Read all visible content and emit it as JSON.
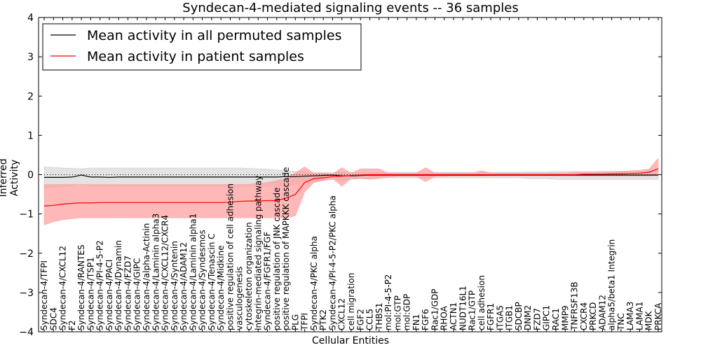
{
  "chart_data": {
    "type": "line",
    "title": "Syndecan-4-mediated signaling events -- 36 samples",
    "xlabel": "Cellular Entities",
    "ylabel": "Inferred Activity",
    "ylim": [
      -4,
      4
    ],
    "yticks": [
      "−4",
      "−3",
      "−2",
      "−1",
      "0",
      "1",
      "2",
      "3",
      "4"
    ],
    "grid": false,
    "legend_position": "top-left",
    "categories": [
      "Syndecan-4/TFPI",
      "SDC4",
      "Syndecan-4/CXCL12",
      "F2",
      "Syndecan-4/RANTES",
      "Syndecan-4/TSP1",
      "Syndecan-4/PI-4-5-P2",
      "Syndecan-4/PACI",
      "Syndecan-4/Dynamin",
      "Syndecan-4/FZD7",
      "Syndecan-4/GIPC",
      "Syndecan-4/alpha-Actinin",
      "Syndecan-4/Laminin alpha3",
      "Syndecan-4/CXCL12/CXCR4",
      "Syndecan-4/Syntenin",
      "Syndecan-4/ADAM12",
      "Syndecan-4/Laminin alpha1",
      "Syndecan-4/Syndesmos",
      "Syndecan-4/Tenascin C",
      "Syndecan-4/Midkine",
      "positive regulation of cell adhesion",
      "vasculogenesis",
      "cytoskeleton organization",
      "Integrin-mediated signaling pathway",
      "Syndecan-4/FGFR1/FGF",
      "positive regulation of JNK cascade",
      "positive regulation of MAPKKK cascade",
      "PLG",
      "TFPI",
      "Syndecan-4/PKC alpha",
      "PTK2",
      "Syndecan-4/PI-4-5-P2/PKC alpha",
      "CXCL12",
      "cell migration",
      "FGF2",
      "CCL5",
      "THBS1",
      "mol:PI-4-5-P2",
      "mol:GTP",
      "mol:GDP",
      "FN1",
      "FGF6",
      "Rac1/GDP",
      "RHOA",
      "ACTN1",
      "NUDT16L1",
      "Rac1/GTP",
      "cell adhesion",
      "FGFR1",
      "ITGA5",
      "ITGB1",
      "SDCBP",
      "DNM2",
      "FZD7",
      "GIPC1",
      "RAC1",
      "MMP9",
      "TNFRSF13B",
      "CXCR4",
      "PRKCD",
      "ADAM12",
      "alpha5/beta1 Integrin",
      "TNC",
      "LAMA3",
      "LAMA1",
      "MDK",
      "PRKCA"
    ],
    "series": [
      {
        "name": "Mean activity in all permuted samples",
        "color": "#000000",
        "band_color": "#c0c0c0",
        "values": [
          -0.07,
          -0.07,
          -0.07,
          -0.06,
          -0.01,
          -0.06,
          -0.06,
          -0.07,
          -0.06,
          -0.06,
          -0.06,
          -0.06,
          -0.06,
          -0.06,
          -0.06,
          -0.06,
          -0.06,
          -0.06,
          -0.06,
          -0.06,
          -0.06,
          -0.06,
          -0.06,
          -0.06,
          -0.06,
          -0.06,
          -0.05,
          -0.05,
          -0.04,
          -0.03,
          -0.02,
          -0.01,
          -0.03,
          -0.03,
          -0.02,
          -0.01,
          -0.01,
          -0.01,
          -0.01,
          -0.01,
          -0.01,
          -0.01,
          -0.01,
          -0.01,
          -0.01,
          -0.01,
          -0.01,
          -0.01,
          -0.01,
          -0.01,
          -0.01,
          -0.01,
          -0.01,
          -0.01,
          -0.01,
          -0.01,
          -0.01,
          -0.01,
          -0.01,
          -0.01,
          -0.01,
          -0.01,
          -0.01,
          -0.01,
          -0.01,
          -0.01,
          -0.01
        ],
        "lower": [
          -0.35,
          -0.32,
          -0.3,
          -0.28,
          -0.24,
          -0.3,
          -0.3,
          -0.3,
          -0.3,
          -0.3,
          -0.3,
          -0.3,
          -0.3,
          -0.3,
          -0.3,
          -0.3,
          -0.3,
          -0.3,
          -0.3,
          -0.3,
          -0.3,
          -0.3,
          -0.3,
          -0.3,
          -0.3,
          -0.3,
          -0.28,
          -0.25,
          -0.2,
          -0.18,
          -0.15,
          -0.12,
          -0.14,
          -0.12,
          -0.1,
          -0.08,
          -0.08,
          -0.08,
          -0.08,
          -0.08,
          -0.08,
          -0.08,
          -0.08,
          -0.08,
          -0.08,
          -0.08,
          -0.08,
          -0.08,
          -0.08,
          -0.08,
          -0.08,
          -0.08,
          -0.1,
          -0.1,
          -0.1,
          -0.12,
          -0.12,
          -0.12,
          -0.12,
          -0.12,
          -0.12,
          -0.12,
          -0.12,
          -0.12,
          -0.12,
          -0.12,
          -0.12
        ],
        "upper": [
          0.2,
          0.18,
          0.17,
          0.16,
          0.15,
          0.17,
          0.17,
          0.17,
          0.17,
          0.17,
          0.17,
          0.17,
          0.17,
          0.17,
          0.17,
          0.17,
          0.17,
          0.17,
          0.17,
          0.17,
          0.17,
          0.17,
          0.16,
          0.15,
          0.14,
          0.12,
          0.1,
          0.08,
          0.06,
          0.05,
          0.05,
          0.05,
          0.06,
          0.06,
          0.06,
          0.06,
          0.06,
          0.06,
          0.06,
          0.06,
          0.06,
          0.06,
          0.06,
          0.06,
          0.06,
          0.06,
          0.06,
          0.06,
          0.06,
          0.06,
          0.06,
          0.06,
          0.07,
          0.07,
          0.07,
          0.08,
          0.08,
          0.08,
          0.08,
          0.08,
          0.08,
          0.08,
          0.09,
          0.09,
          0.09,
          0.1,
          0.1
        ]
      },
      {
        "name": "Mean activity in patient samples",
        "color": "#ff0000",
        "band_color": "#ffa0a0",
        "values": [
          -0.8,
          -0.78,
          -0.75,
          -0.73,
          -0.72,
          -0.72,
          -0.71,
          -0.71,
          -0.71,
          -0.71,
          -0.71,
          -0.71,
          -0.71,
          -0.71,
          -0.71,
          -0.71,
          -0.71,
          -0.71,
          -0.71,
          -0.71,
          -0.7,
          -0.68,
          -0.67,
          -0.67,
          -0.66,
          -0.66,
          -0.6,
          -0.5,
          -0.2,
          -0.1,
          -0.08,
          -0.05,
          -0.04,
          -0.02,
          -0.01,
          0.0,
          0.0,
          0.0,
          0.0,
          0.0,
          0.0,
          0.0,
          0.0,
          0.0,
          0.0,
          0.0,
          0.0,
          0.0,
          0.0,
          0.0,
          0.0,
          0.0,
          0.0,
          0.0,
          0.0,
          0.0,
          0.0,
          0.0,
          0.01,
          0.01,
          0.01,
          0.02,
          0.02,
          0.03,
          0.04,
          0.06,
          0.15
        ],
        "lower": [
          -1.28,
          -1.2,
          -1.15,
          -1.12,
          -1.1,
          -1.1,
          -1.1,
          -1.1,
          -1.1,
          -1.1,
          -1.1,
          -1.1,
          -1.1,
          -1.1,
          -1.1,
          -1.1,
          -1.1,
          -1.1,
          -1.1,
          -1.1,
          -1.1,
          -1.1,
          -1.1,
          -1.1,
          -1.1,
          -1.1,
          -1.1,
          -1.05,
          -0.45,
          -0.2,
          -0.15,
          -0.1,
          -0.3,
          -0.1,
          -0.1,
          -0.12,
          -0.1,
          -0.06,
          -0.05,
          -0.05,
          -0.05,
          -0.18,
          -0.05,
          -0.05,
          -0.04,
          -0.04,
          -0.04,
          -0.04,
          -0.03,
          -0.03,
          -0.03,
          -0.03,
          -0.03,
          -0.03,
          -0.03,
          -0.03,
          -0.03,
          -0.03,
          -0.03,
          -0.03,
          -0.03,
          -0.03,
          -0.03,
          -0.03,
          -0.03,
          -0.03,
          -0.02
        ],
        "upper": [
          -0.25,
          -0.25,
          -0.25,
          -0.25,
          -0.25,
          -0.25,
          -0.25,
          -0.25,
          -0.25,
          -0.25,
          -0.25,
          -0.25,
          -0.25,
          -0.25,
          -0.25,
          -0.25,
          -0.25,
          -0.25,
          -0.25,
          -0.25,
          -0.25,
          -0.25,
          -0.24,
          -0.22,
          -0.2,
          -0.15,
          -0.1,
          0.05,
          0.2,
          0.04,
          0.05,
          0.02,
          0.18,
          0.04,
          0.15,
          0.15,
          0.15,
          0.04,
          0.04,
          0.04,
          0.04,
          0.18,
          0.04,
          0.04,
          0.04,
          0.04,
          0.04,
          0.1,
          0.04,
          0.04,
          0.04,
          0.04,
          0.04,
          0.04,
          0.04,
          0.04,
          0.04,
          0.06,
          0.06,
          0.06,
          0.08,
          0.08,
          0.08,
          0.1,
          0.11,
          0.14,
          0.42
        ]
      }
    ]
  }
}
